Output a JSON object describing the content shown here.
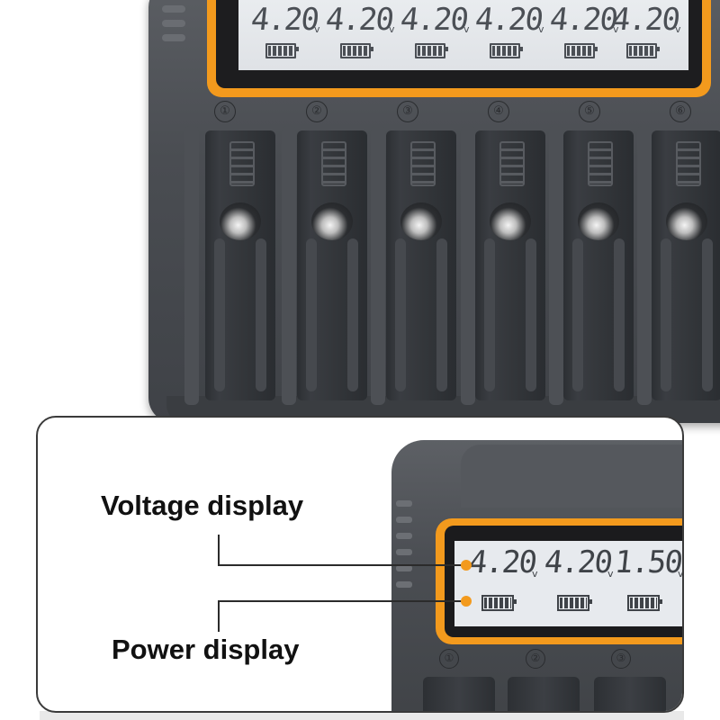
{
  "top_display": {
    "readings": [
      "4.20",
      "4.20",
      "4.20",
      "4.20",
      "4.20",
      "4.20"
    ],
    "unit": "v",
    "slot_numbers": [
      "①",
      "②",
      "③",
      "④",
      "⑤",
      "⑥"
    ],
    "battery_level": 1.0
  },
  "callout": {
    "voltage_label": "Voltage display",
    "power_label": "Power display",
    "readings": [
      "4.20",
      "4.20",
      "1.50"
    ],
    "unit": "v",
    "slot_numbers": [
      "①",
      "②",
      "③"
    ]
  },
  "colors": {
    "accent_orange": "#f39a1d",
    "body_gray": "#4a4d52",
    "lcd_background": "#e9ecef",
    "lcd_digits": "#4b4f55",
    "label_text": "#111111"
  }
}
